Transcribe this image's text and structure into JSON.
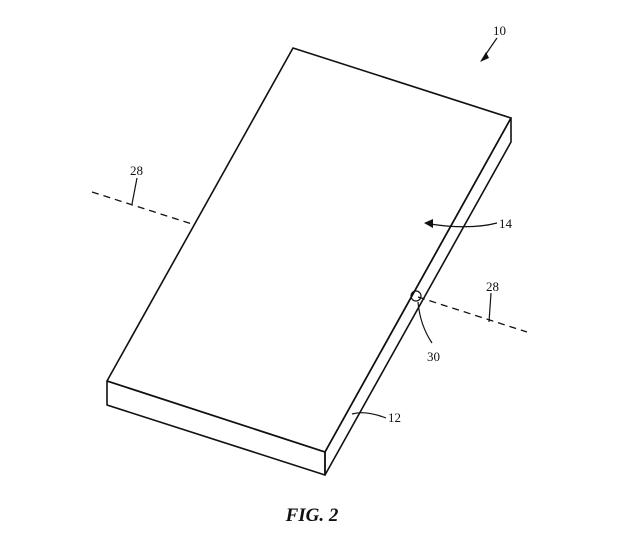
{
  "figure": {
    "caption": "FIG. 2",
    "refs": {
      "device": "10",
      "housing": "12",
      "display": "14",
      "axis_left": "28",
      "axis_right": "28",
      "hinge_point": "30"
    }
  }
}
